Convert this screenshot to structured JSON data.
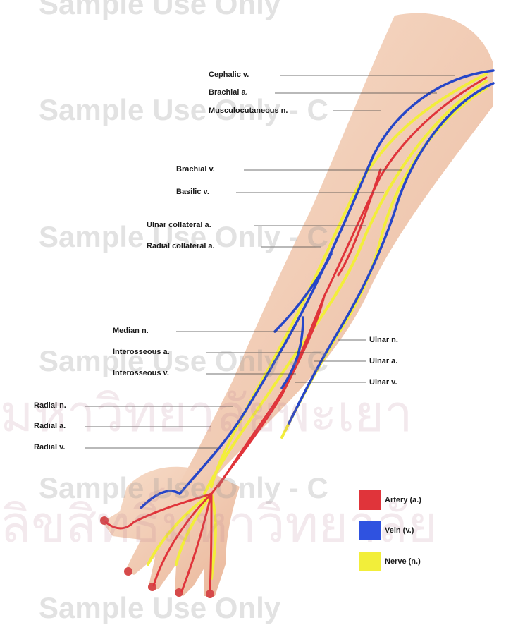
{
  "labels": {
    "cephalic_v": "Cephalic v.",
    "brachial_a": "Brachial a.",
    "musculocutaneous_n": "Musculocutaneous n.",
    "brachial_v": "Brachial v.",
    "basilic_v": "Basilic v.",
    "ulnar_collateral_a": "Ulnar collateral a.",
    "radial_collateral_a": "Radial collateral a.",
    "median_n": "Median n.",
    "interosseous_a": "Interosseous a.",
    "interosseous_v": "Interosseous v.",
    "ulnar_n": "Ulnar n.",
    "ulnar_a": "Ulnar a.",
    "ulnar_v": "Ulnar v.",
    "radial_n": "Radial n.",
    "radial_a": "Radial a.",
    "radial_v": "Radial v."
  },
  "legend": {
    "artery": "Artery (a.)",
    "vein": "Vein (v.)",
    "nerve": "Nerve (n.)"
  },
  "watermark": {
    "text": "Sample Use Only - C",
    "text_top": "Sample Use Only",
    "thai_line1": "มหาวิทยาลัยพะเยา",
    "thai_line2": "ลิขสิทธิ์มหาวิทยาลัย"
  },
  "colors": {
    "artery": "#e0343a",
    "vein": "#2646c8",
    "nerve": "#f2ee3a",
    "skin": "#f2c9b0"
  }
}
